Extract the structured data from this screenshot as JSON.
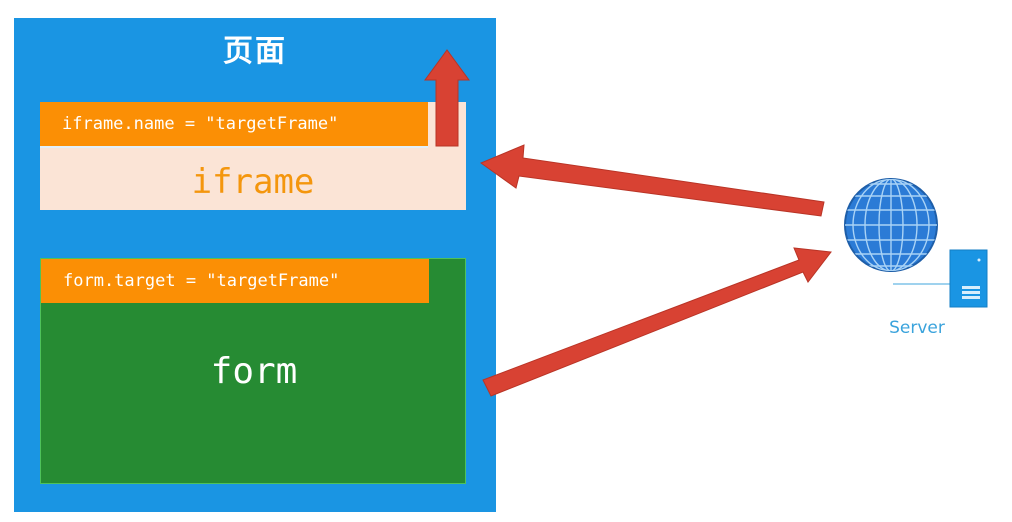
{
  "page": {
    "title": "页面"
  },
  "iframe_box": {
    "label": "iframe.name = \"targetFrame\"",
    "text": "iframe"
  },
  "form_box": {
    "label": "form.target = \"targetFrame\"",
    "text": "form"
  },
  "server": {
    "label": "Server",
    "icon": "globe-icon"
  },
  "colors": {
    "page_bg": "#1a95e3",
    "iframe_bg": "#fbe4d6",
    "form_bg": "#268b33",
    "label_bar": "#fb8f05",
    "arrow": "#d84233",
    "globe": "#2b7bd6",
    "server_label": "#3aa3dc"
  }
}
